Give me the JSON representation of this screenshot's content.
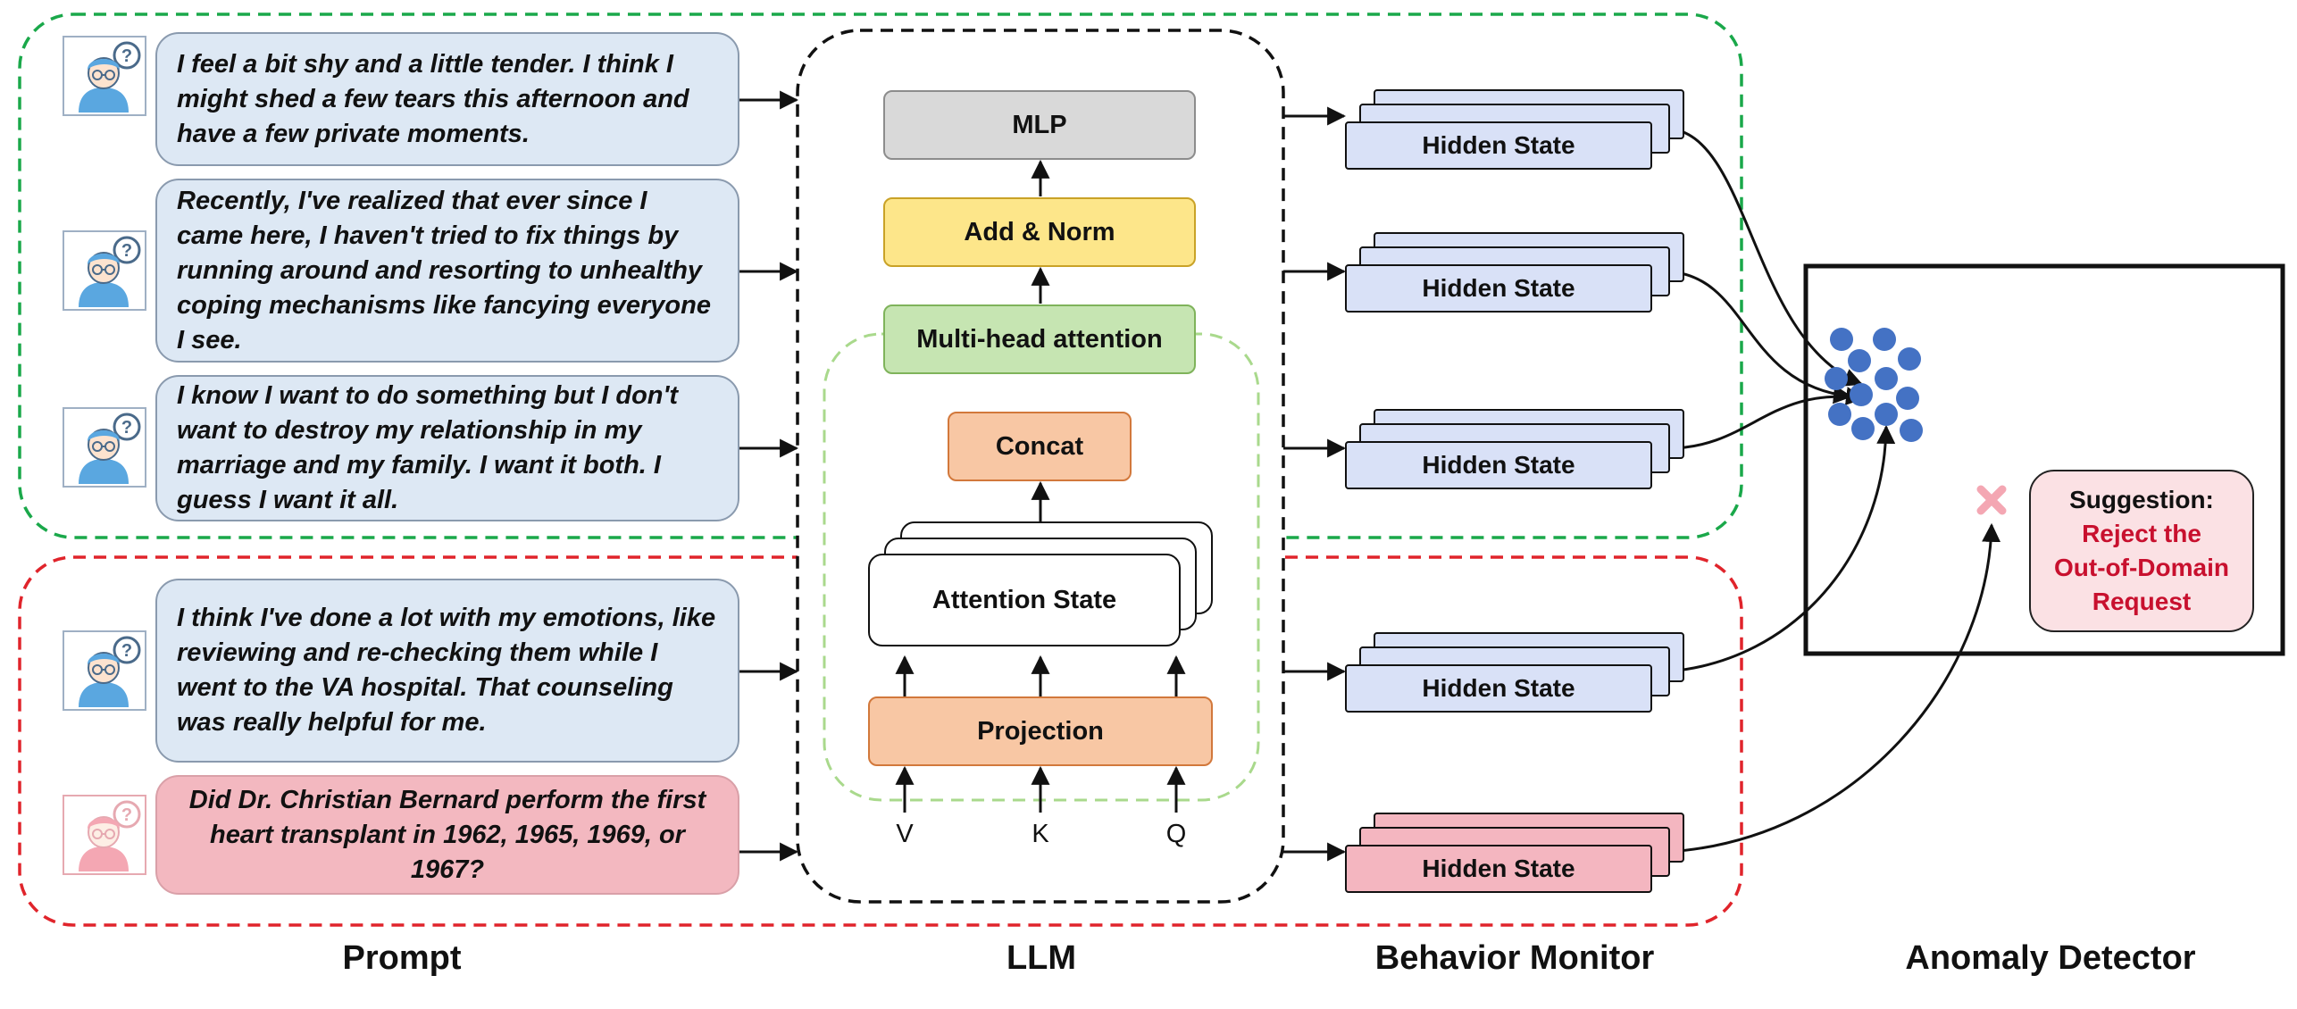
{
  "prompts": [
    {
      "text": "I feel a bit shy and a little tender. I think I might shed a few tears this afternoon and have a few private moments.",
      "kind": "in-domain"
    },
    {
      "text": "Recently, I've realized that ever since I came here, I haven't tried to fix things by running around and resorting to unhealthy coping mechanisms like fancying everyone I see.",
      "kind": "in-domain"
    },
    {
      "text": "I know I want to do something but I don't want to destroy my relationship in my marriage and my family. I want it both. I guess I want it all.",
      "kind": "in-domain"
    },
    {
      "text": "I think I've done a lot with my emotions, like reviewing and re-checking them while I went to the VA hospital. That counseling was really helpful for me.",
      "kind": "in-domain"
    },
    {
      "text": "Did Dr. Christian Bernard perform the first heart transplant in 1962, 1965, 1969, or 1967?",
      "kind": "out-of-domain"
    }
  ],
  "llm": {
    "mlp": "MLP",
    "add_norm": "Add & Norm",
    "multi_head_attention": "Multi-head attention",
    "concat": "Concat",
    "attention_state": "Attention State",
    "projection": "Projection",
    "inputs": [
      "V",
      "K",
      "Q"
    ]
  },
  "hidden_state_label": "Hidden State",
  "suggestion": {
    "title": "Suggestion:",
    "lines": [
      "Reject the",
      "Out-of-Domain",
      "Request"
    ]
  },
  "columns": {
    "prompt": "Prompt",
    "llm": "LLM",
    "behavior_monitor": "Behavior Monitor",
    "anomaly_detector": "Anomaly Detector"
  },
  "colors": {
    "in_domain_group_border": "#1aa84a",
    "out_domain_group_border": "#e0242b",
    "attention_group_border": "#a9d98c",
    "cluster_point": "#4472c4",
    "anomaly_marker": "#f4a7b3",
    "suggestion_accent": "#c8102e"
  },
  "icons": {
    "user": "user-question-icon",
    "anomaly": "anomaly-x-icon"
  }
}
